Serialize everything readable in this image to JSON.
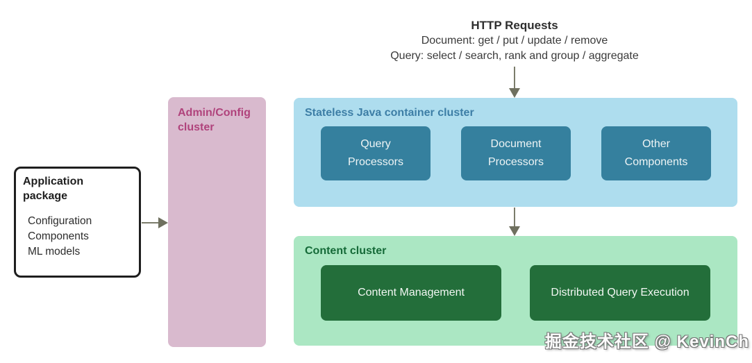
{
  "header": {
    "title": "HTTP Requests",
    "line1": "Document: get / put / update / remove",
    "line2": "Query: select / search, rank and group / aggregate"
  },
  "app_package": {
    "title": "Application\npackage",
    "items": [
      "Configuration",
      "Components",
      "ML models"
    ]
  },
  "admin_cluster": {
    "title": "Admin/Config\ncluster"
  },
  "stateless_cluster": {
    "title": "Stateless Java container cluster",
    "boxes": [
      {
        "label": "Query\nProcessors"
      },
      {
        "label": "Document\nProcessors"
      },
      {
        "label": "Other\nComponents"
      }
    ]
  },
  "content_cluster": {
    "title": "Content cluster",
    "boxes": [
      {
        "label": "Content Management"
      },
      {
        "label": "Distributed Query Execution"
      }
    ]
  },
  "watermark": "掘金技术社区 @ KevinCh",
  "colors": {
    "admin_fill": "#d9bace",
    "admin_title": "#b0437c",
    "stateless_fill": "#aeddee",
    "stateless_title": "#3d7ea6",
    "component_fill": "#35809e",
    "content_fill": "#abe7c3",
    "content_title": "#156a38",
    "content_box_fill": "#236e3a",
    "arrow": "#6f705f",
    "text": "#2e2e2e"
  }
}
